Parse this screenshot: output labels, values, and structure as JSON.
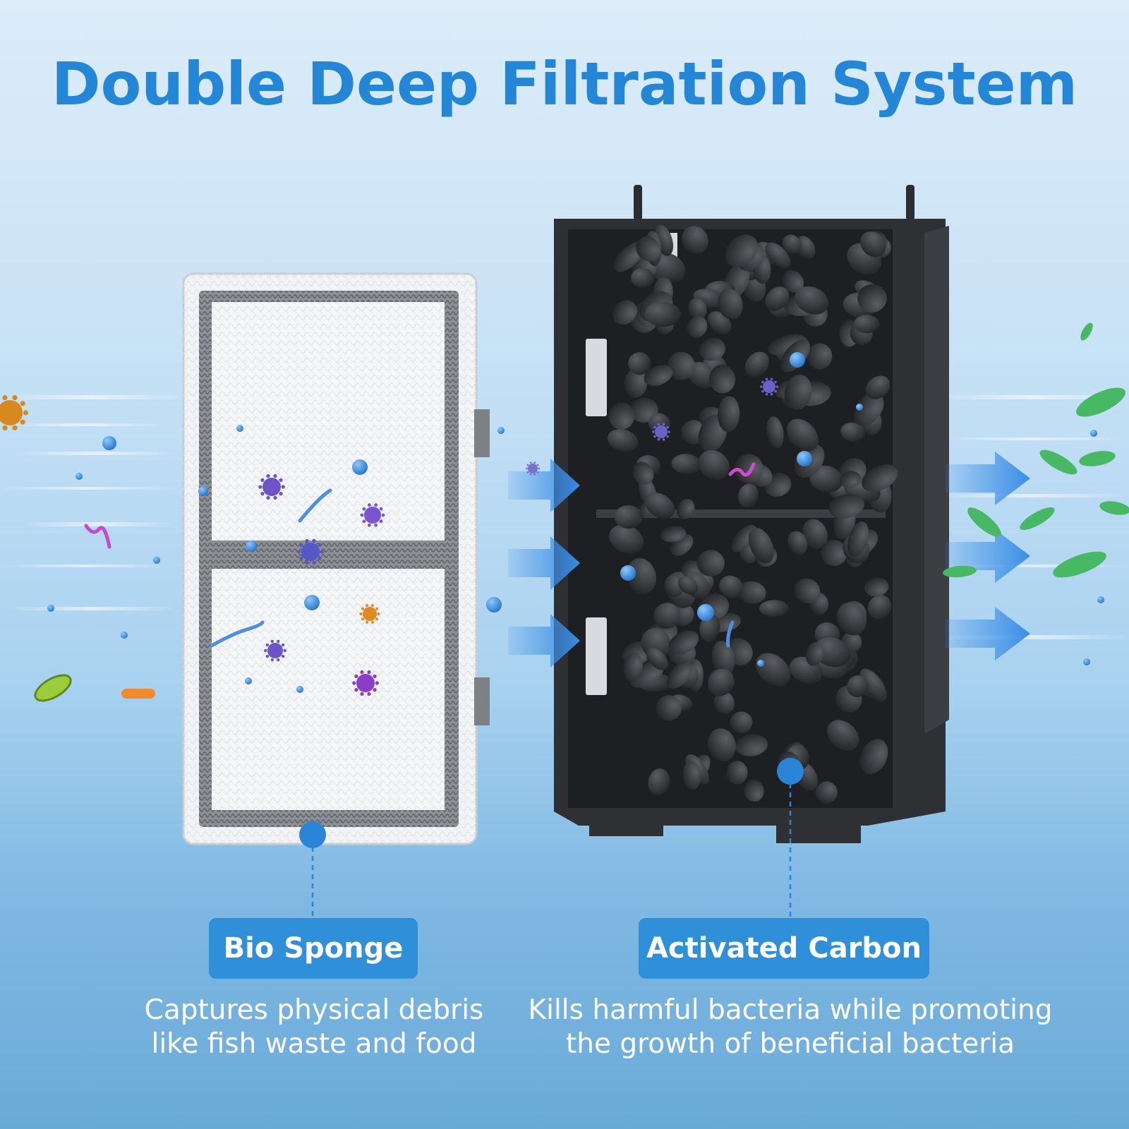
{
  "title": "Double Deep Filtration System",
  "bio_sponge": {
    "label": "Bio Sponge",
    "description_line1": "Captures physical debris",
    "description_line2": "like fish waste and food"
  },
  "activated_carbon": {
    "label": "Activated Carbon",
    "description_line1": "Kills harmful bacteria while promoting",
    "description_line2": "the growth of beneficial bacteria"
  },
  "colors": {
    "title": "#2486d6",
    "label_bg": "#2f8fd8",
    "arrow": "#3a8ee6",
    "dot": "#2a85d8"
  }
}
